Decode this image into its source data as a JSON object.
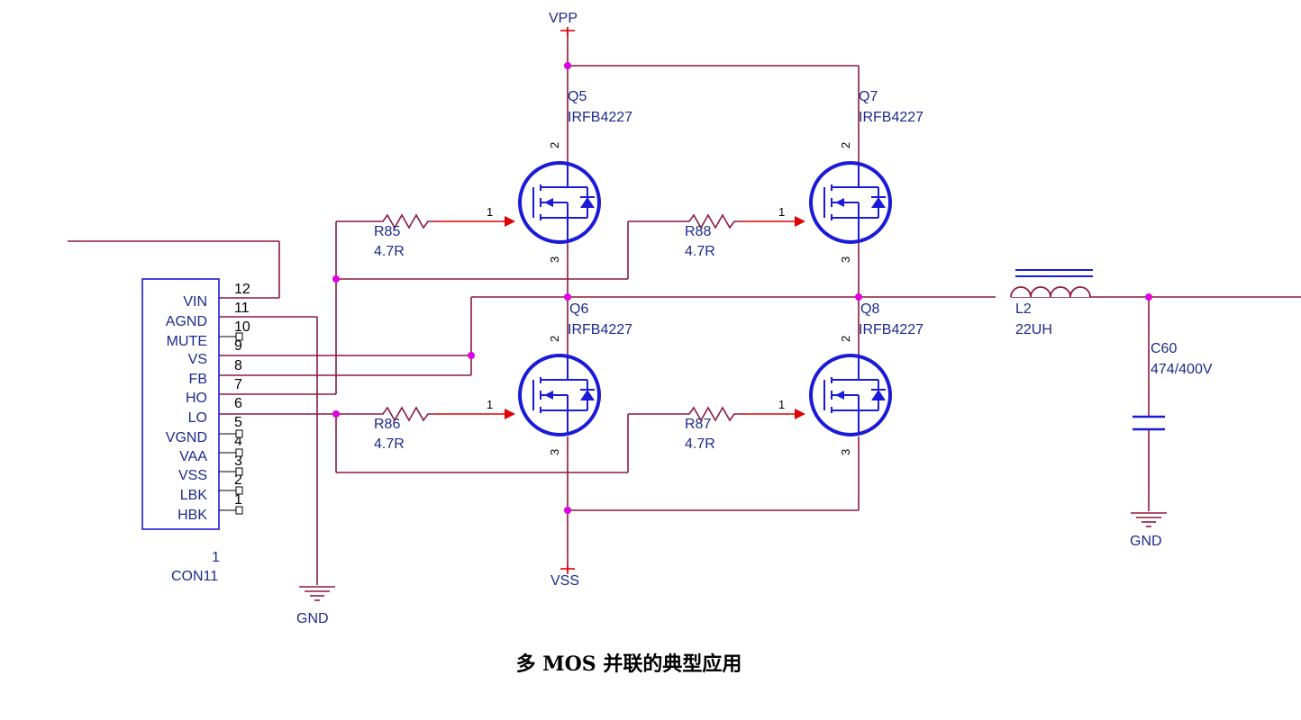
{
  "caption": "多 MOS 并联的典型应用",
  "colors": {
    "wire": "#8b1a3a",
    "mosfet": "#1a1ad8",
    "label": "#1c2a8c",
    "junction": "#e000e0",
    "pin_arrow": "#e00000"
  },
  "power": {
    "vpp": "VPP",
    "vss": "VSS",
    "gnd_left": "GND",
    "gnd_right": "GND"
  },
  "connector": {
    "ref": "1",
    "part": "CON11",
    "pins": [
      {
        "name": "VIN",
        "num": "12"
      },
      {
        "name": "AGND",
        "num": "11"
      },
      {
        "name": "MUTE",
        "num": "10"
      },
      {
        "name": "VS",
        "num": "9"
      },
      {
        "name": "FB",
        "num": "8"
      },
      {
        "name": "HO",
        "num": "7"
      },
      {
        "name": "LO",
        "num": "6"
      },
      {
        "name": "VGND",
        "num": "5"
      },
      {
        "name": "VAA",
        "num": "4"
      },
      {
        "name": "VSS",
        "num": "3"
      },
      {
        "name": "LBK",
        "num": "2"
      },
      {
        "name": "HBK",
        "num": "1"
      }
    ]
  },
  "mosfets": [
    {
      "ref": "Q5",
      "part": "IRFB4227",
      "pin_gate": "1",
      "pin_drain": "2",
      "pin_source": "3"
    },
    {
      "ref": "Q7",
      "part": "IRFB4227",
      "pin_gate": "1",
      "pin_drain": "2",
      "pin_source": "3"
    },
    {
      "ref": "Q6",
      "part": "IRFB4227",
      "pin_gate": "1",
      "pin_drain": "2",
      "pin_source": "3"
    },
    {
      "ref": "Q8",
      "part": "IRFB4227",
      "pin_gate": "1",
      "pin_drain": "2",
      "pin_source": "3"
    }
  ],
  "resistors": [
    {
      "ref": "R85",
      "value": "4.7R"
    },
    {
      "ref": "R88",
      "value": "4.7R"
    },
    {
      "ref": "R86",
      "value": "4.7R"
    },
    {
      "ref": "R87",
      "value": "4.7R"
    }
  ],
  "inductor": {
    "ref": "L2",
    "value": "22UH"
  },
  "capacitor": {
    "ref": "C60",
    "value": "474/400V"
  }
}
